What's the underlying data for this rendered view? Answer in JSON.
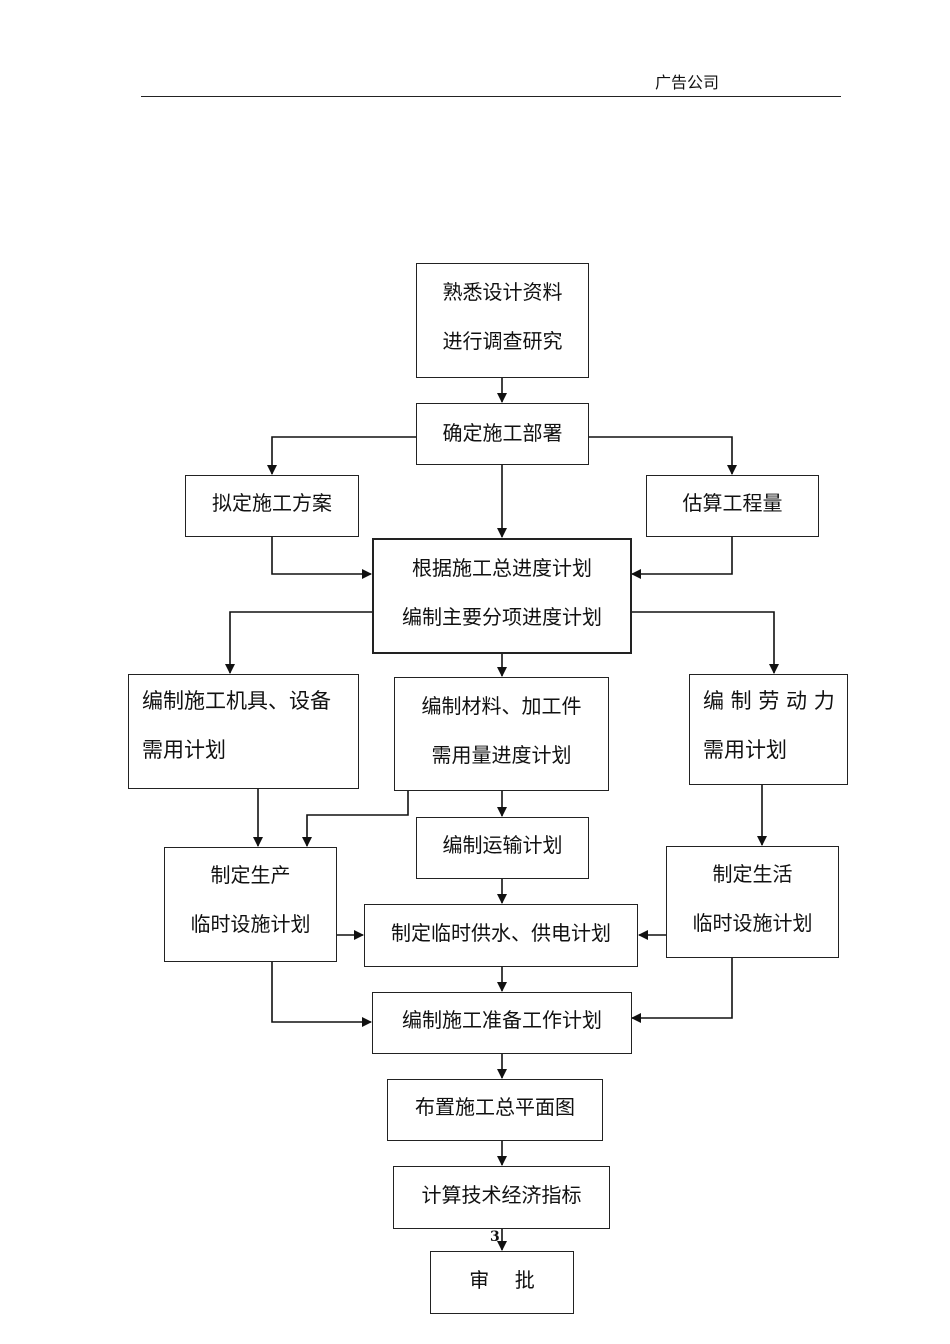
{
  "header": {
    "company": "广告公司"
  },
  "diagram": {
    "nodes": [
      {
        "id": "familiarize",
        "lines": [
          "熟悉设计资料",
          "进行调查研究"
        ]
      },
      {
        "id": "deploy",
        "lines": [
          "确定施工部署"
        ]
      },
      {
        "id": "scheme",
        "lines": [
          "拟定施工方案"
        ]
      },
      {
        "id": "quantity",
        "lines": [
          "估算工程量"
        ]
      },
      {
        "id": "schedule",
        "lines": [
          "根据施工总进度计划",
          "编制主要分项进度计划"
        ]
      },
      {
        "id": "machinery",
        "lines": [
          "编制施工机具、设备",
          "需用计划"
        ]
      },
      {
        "id": "materials",
        "lines": [
          "编制材料、加工件",
          "需用量进度计划"
        ]
      },
      {
        "id": "labor",
        "lines": [
          "编 制 劳 动 力",
          "需用计划"
        ]
      },
      {
        "id": "transport",
        "lines": [
          "编制运输计划"
        ]
      },
      {
        "id": "prod_temp",
        "lines": [
          "制定生产",
          "临时设施计划"
        ]
      },
      {
        "id": "life_temp",
        "lines": [
          "制定生活",
          "临时设施计划"
        ]
      },
      {
        "id": "water_power",
        "lines": [
          "制定临时供水、供电计划"
        ]
      },
      {
        "id": "prep",
        "lines": [
          "编制施工准备工作计划"
        ]
      },
      {
        "id": "layout",
        "lines": [
          "布置施工总平面图"
        ]
      },
      {
        "id": "indicators",
        "lines": [
          "计算技术经济指标"
        ]
      },
      {
        "id": "approve",
        "lines": [
          "审    批"
        ]
      }
    ]
  },
  "page_number": "3"
}
